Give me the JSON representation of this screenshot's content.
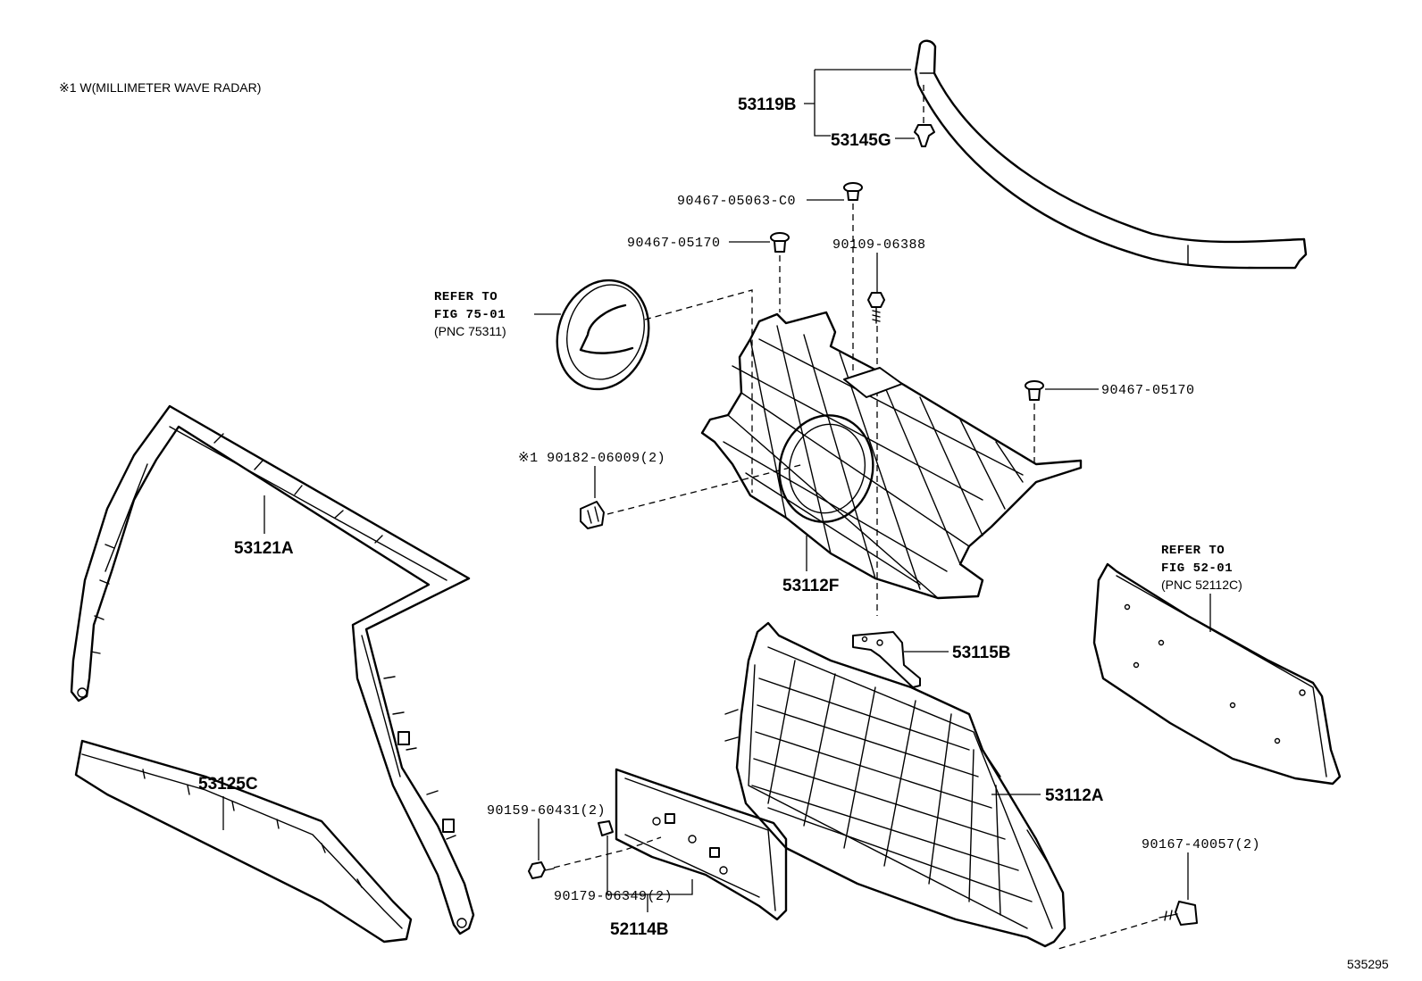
{
  "note": "※1 W(MILLIMETER WAVE RADAR)",
  "figure_number": "535295",
  "labels": {
    "l53119B": "53119B",
    "l53145G": "53145G",
    "l90467_05063": "90467-05063-C0",
    "l90467_05170_top": "90467-05170",
    "l90109_06388": "90109-06388",
    "l90467_05170_right": "90467-05170",
    "l90182": "※1 90182-06009(2)",
    "l53121A": "53121A",
    "l53112F": "53112F",
    "l53115B": "53115B",
    "l53125C": "53125C",
    "l53112A": "53112A",
    "l90159": "90159-60431(2)",
    "l90179": "90179-06349(2)",
    "l52114B": "52114B",
    "l90167": "90167-40057(2)"
  },
  "refs": {
    "emblem": [
      "REFER TO",
      "FIG 75-01",
      "(PNC 75311)"
    ],
    "plate": [
      "REFER TO",
      "FIG 52-01",
      "(PNC 52112C)"
    ]
  }
}
